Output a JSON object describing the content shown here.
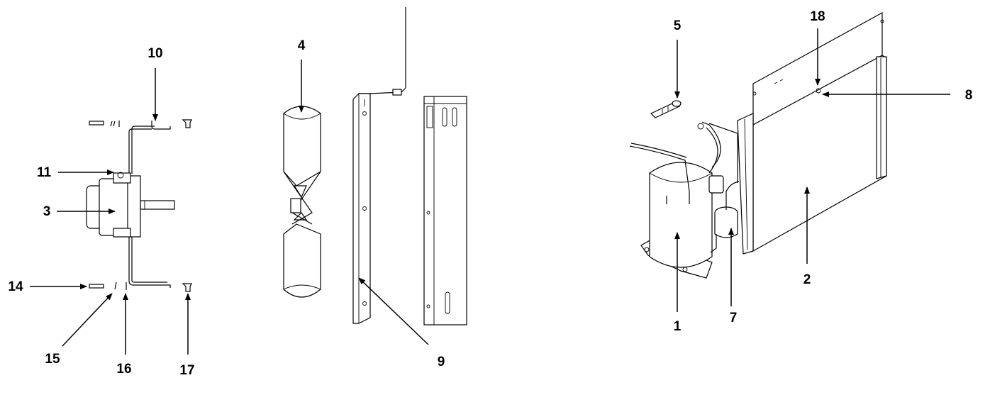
{
  "diagram": {
    "type": "exploded parts view",
    "callouts": [
      {
        "id": "c1",
        "label": "1"
      },
      {
        "id": "c2",
        "label": "2"
      },
      {
        "id": "c3",
        "label": "3"
      },
      {
        "id": "c4",
        "label": "4"
      },
      {
        "id": "c5",
        "label": "5"
      },
      {
        "id": "c7",
        "label": "7"
      },
      {
        "id": "c8",
        "label": "8"
      },
      {
        "id": "c9",
        "label": "9"
      },
      {
        "id": "c10",
        "label": "10"
      },
      {
        "id": "c11",
        "label": "11"
      },
      {
        "id": "c14",
        "label": "14"
      },
      {
        "id": "c15",
        "label": "15"
      },
      {
        "id": "c16",
        "label": "16"
      },
      {
        "id": "c17",
        "label": "17"
      },
      {
        "id": "c18",
        "label": "18"
      }
    ]
  }
}
